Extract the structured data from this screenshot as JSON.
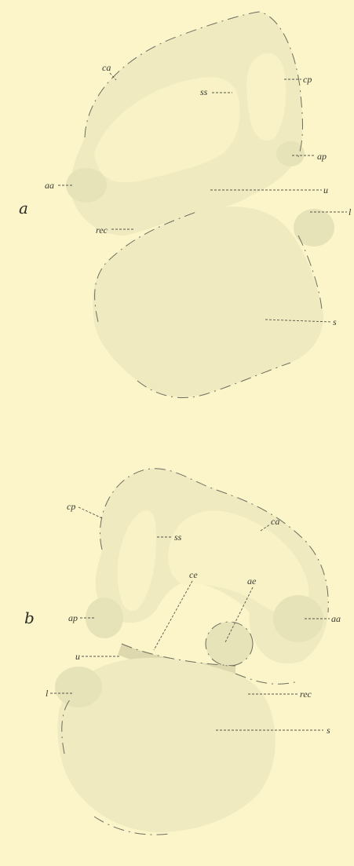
{
  "panels": [
    {
      "id": "a",
      "label": "a",
      "labels": {
        "ca": "ca",
        "ss": "ss",
        "cp": "cp",
        "ap": "ap",
        "aa": "aa",
        "u": "u",
        "l": "l",
        "rec": "rec",
        "s": "s"
      }
    },
    {
      "id": "b",
      "label": "b",
      "labels": {
        "cp": "cp",
        "ca": "ca",
        "ss": "ss",
        "ce": "ce",
        "ae": "ae",
        "ap": "ap",
        "aa": "aa",
        "u": "u",
        "l": "l",
        "rec": "rec",
        "s": "s"
      }
    }
  ]
}
